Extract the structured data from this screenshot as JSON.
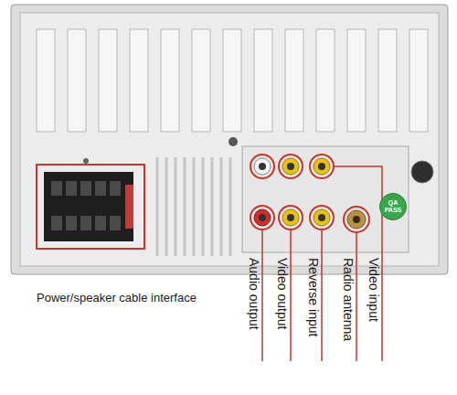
{
  "diagram": {
    "nodes": [
      {
        "text": [
          "QA PASS"
        ]
      }
    ],
    "labels": [
      "Power/speaker cable interface",
      "Audio output",
      "Video output",
      "Reverse input",
      "Radio antenna",
      "Video input"
    ]
  }
}
